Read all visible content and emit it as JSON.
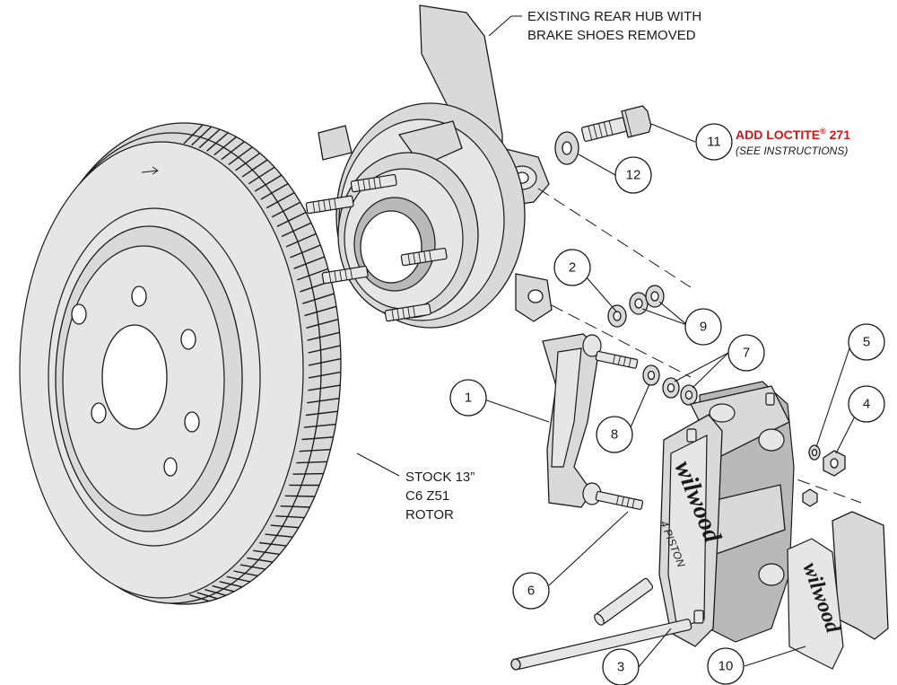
{
  "labels": {
    "hub_line1": "EXISTING REAR HUB WITH",
    "hub_line2": "BRAKE SHOES REMOVED",
    "loctite_main": "ADD LOCTITE",
    "loctite_mark": "®",
    "loctite_num": " 271",
    "loctite_note": "(SEE INSTRUCTIONS)",
    "rotor_line1": "STOCK 13”",
    "rotor_line2": "C6 Z51",
    "rotor_line3": "ROTOR",
    "caliper_brand": "wilwood",
    "caliper_sub": "4 PISTON",
    "pad_brand": "wilwood"
  },
  "callouts": [
    {
      "number": "1"
    },
    {
      "number": "2"
    },
    {
      "number": "3"
    },
    {
      "number": "4"
    },
    {
      "number": "5"
    },
    {
      "number": "6"
    },
    {
      "number": "7"
    },
    {
      "number": "8"
    },
    {
      "number": "9"
    },
    {
      "number": "10"
    },
    {
      "number": "11"
    },
    {
      "number": "12"
    }
  ],
  "colors": {
    "line": "#1a1a1a",
    "part_fill": "#d9d9d9",
    "accent_red": "#d0161a"
  }
}
